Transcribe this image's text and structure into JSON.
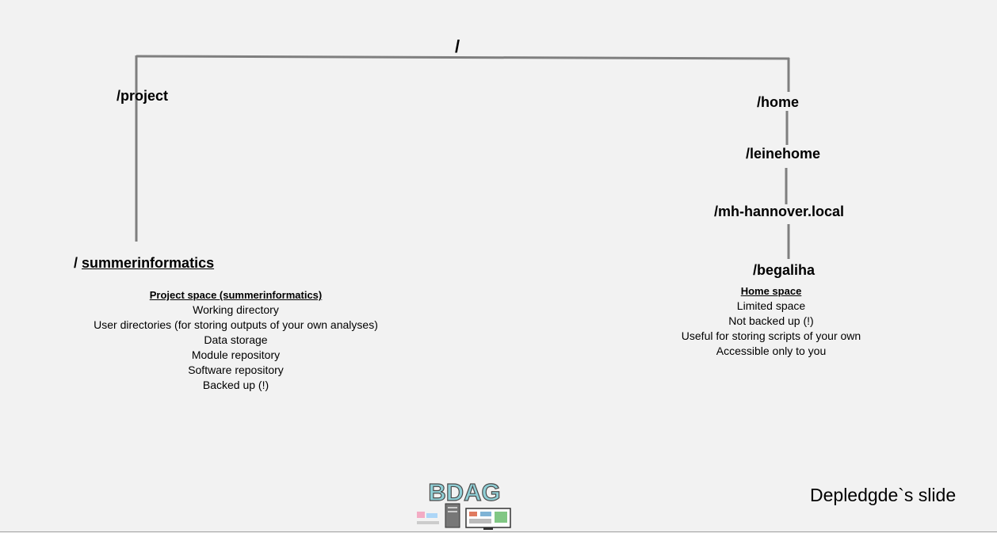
{
  "tree": {
    "root": "/",
    "project_branch": "/project",
    "project_leaf_slash": "/",
    "project_leaf_name": "summerinformatics",
    "home_branch": "/home",
    "home_child_1": "/leinehome",
    "home_child_2": "/mh-hannover.local",
    "home_child_3": "/begaliha"
  },
  "project_info": {
    "heading": "Project space (summerinformatics)",
    "lines": [
      "Working directory",
      "User directories (for storing outputs of your own analyses)",
      "Data storage",
      "Module repository",
      "Software repository",
      "Backed up (!)"
    ]
  },
  "home_info": {
    "heading": "Home space",
    "lines": [
      "Limited space",
      "Not backed up (!)",
      "Useful for storing scripts of your own",
      "Accessible only to you"
    ]
  },
  "logo": {
    "text": "BDAG",
    "color": "#8fcfd6"
  },
  "credit": "Depledgde`s slide"
}
